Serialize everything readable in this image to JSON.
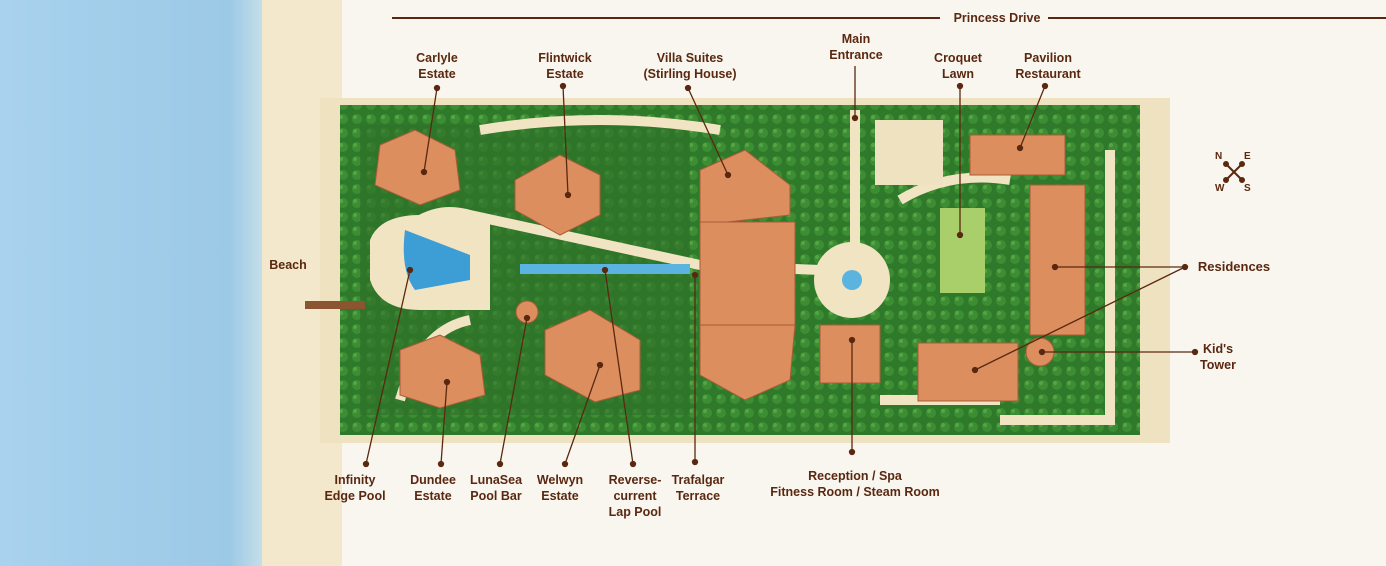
{
  "road": {
    "name": "Princess Drive"
  },
  "compass": {
    "n": "N",
    "e": "E",
    "w": "W",
    "s": "S"
  },
  "labels": {
    "carlyle": [
      "Carlyle",
      "Estate"
    ],
    "flintwick": [
      "Flintwick",
      "Estate"
    ],
    "villa_suites": [
      "Villa Suites",
      "(Stirling House)"
    ],
    "main_entrance": [
      "Main",
      "Entrance"
    ],
    "croquet": [
      "Croquet",
      "Lawn"
    ],
    "pavilion": [
      "Pavilion",
      "Restaurant"
    ],
    "beach": [
      "Beach"
    ],
    "residences": [
      "Residences"
    ],
    "kids_tower": [
      "Kid's",
      "Tower"
    ],
    "infinity_pool": [
      "Infinity",
      "Edge Pool"
    ],
    "dundee": [
      "Dundee",
      "Estate"
    ],
    "lunasea": [
      "LunaSea",
      "Pool Bar"
    ],
    "welwyn": [
      "Welwyn",
      "Estate"
    ],
    "lap_pool": [
      "Reverse-",
      "current",
      "Lap Pool"
    ],
    "trafalgar": [
      "Trafalgar",
      "Terrace"
    ],
    "reception": [
      "Reception / Spa",
      "Fitness Room / Steam Room"
    ]
  },
  "colors": {
    "sea": "#9ecbe8",
    "sand": "#f1e4c2",
    "lawn": "#2f7a2a",
    "roof": "#d98b5a",
    "text": "#5a2810"
  }
}
